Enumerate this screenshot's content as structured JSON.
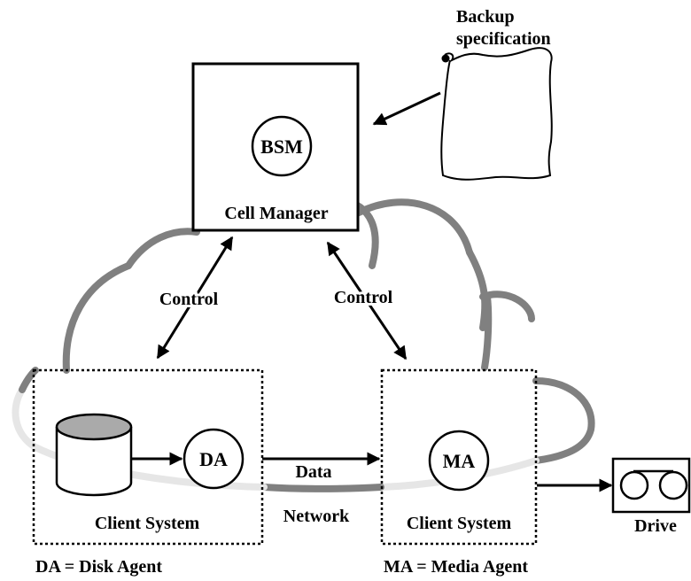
{
  "backup_spec": {
    "line1": "Backup",
    "line2": "specification"
  },
  "cell_manager": {
    "bsm_label": "BSM",
    "label": "Cell Manager"
  },
  "control_left": "Control",
  "control_right": "Control",
  "client_left": {
    "agent_label": "DA",
    "label": "Client System"
  },
  "client_right": {
    "agent_label": "MA",
    "label": "Client System"
  },
  "data_label": "Data",
  "network_label": "Network",
  "drive_label": "Drive",
  "legend": {
    "da": "DA = Disk Agent",
    "ma": "MA = Media Agent"
  },
  "colors": {
    "cloud": "#808080",
    "cloud_light": "#e6e6e6",
    "disk_top": "#aaaaaa",
    "line": "#000000"
  }
}
